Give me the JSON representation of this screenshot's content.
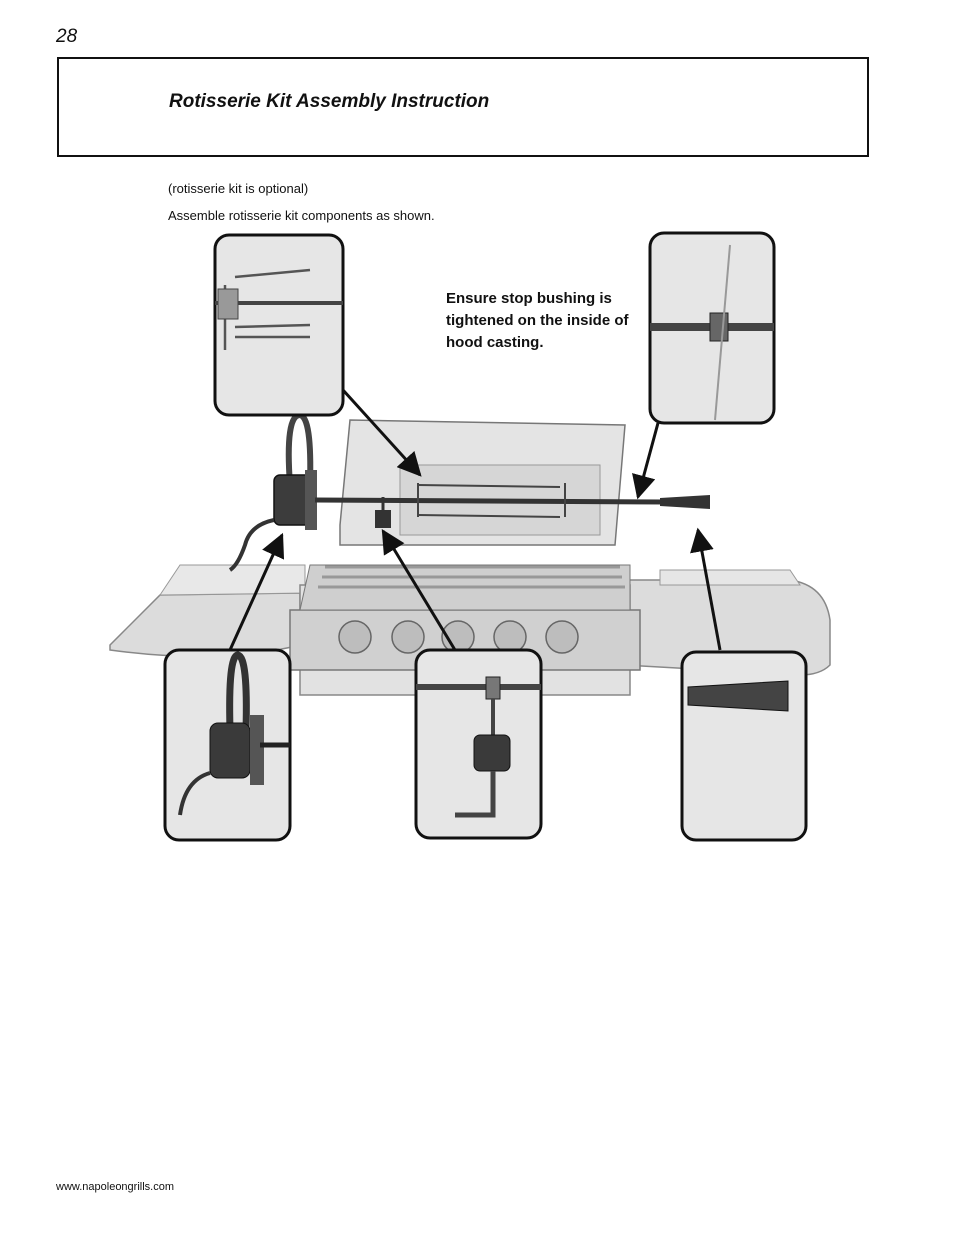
{
  "header": {
    "page_number": "28",
    "title": "Rotisserie Kit Assembly Instruction"
  },
  "intro": {
    "note": "(rotisserie kit is optional)",
    "instruction": "Assemble rotisserie kit components as shown."
  },
  "callout": {
    "text": "Ensure stop bushing is tightened on the inside of hood casting."
  },
  "footer": {
    "url": "www.napoleongrills.com"
  },
  "colors": {
    "text": "#111111",
    "grill_metal": "#d9d9d9",
    "detail_background": "#e6e6e6",
    "outline": "#111111"
  }
}
